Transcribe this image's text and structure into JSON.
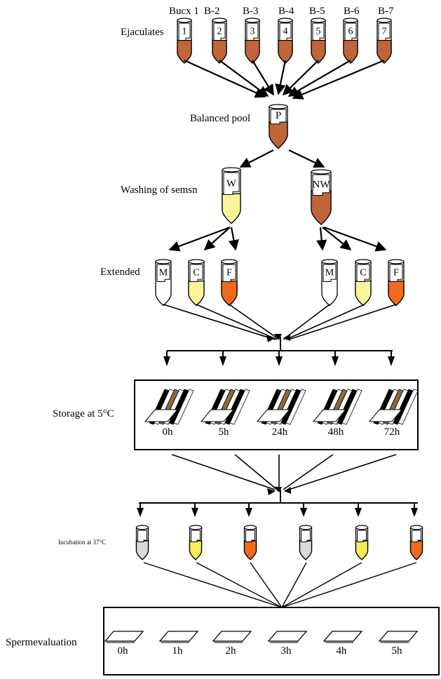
{
  "colors": {
    "semen": "#c0643a",
    "washed": "#fbf59a",
    "empty": "#ffffff",
    "extender_c": "#fbf59a",
    "extender_f": "#ef6a1e",
    "incub_m": "#d9d9d9",
    "incub_c": "#f7ec5c",
    "incub_f": "#ef6a1e",
    "line": "#000000"
  },
  "labels": {
    "ejaculates": "Ejaculates",
    "balanced_pool": "Balanced pool",
    "washing": "Washing of semsn",
    "extended": "Extended",
    "storage": "Storage at 5°C",
    "incubation": "Incubation at 37°C",
    "spermevaluation": "Spermevaluation"
  },
  "bulls": [
    "Bucx 1",
    "B-2",
    "B-3",
    "B-4",
    "B-5",
    "B-6",
    "B-7"
  ],
  "tube_numbers": [
    "1",
    "2",
    "3",
    "4",
    "5",
    "6",
    "7"
  ],
  "pool_tube": "P",
  "wash_tubes": [
    "W",
    "NW"
  ],
  "extender_tubes": [
    "M",
    "C",
    "F",
    "M",
    "C",
    "F"
  ],
  "storage_times": [
    "0h",
    "5h",
    "24h",
    "48h",
    "72h"
  ],
  "evaluation_times": [
    "0h",
    "1h",
    "2h",
    "3h",
    "4h",
    "5h"
  ]
}
